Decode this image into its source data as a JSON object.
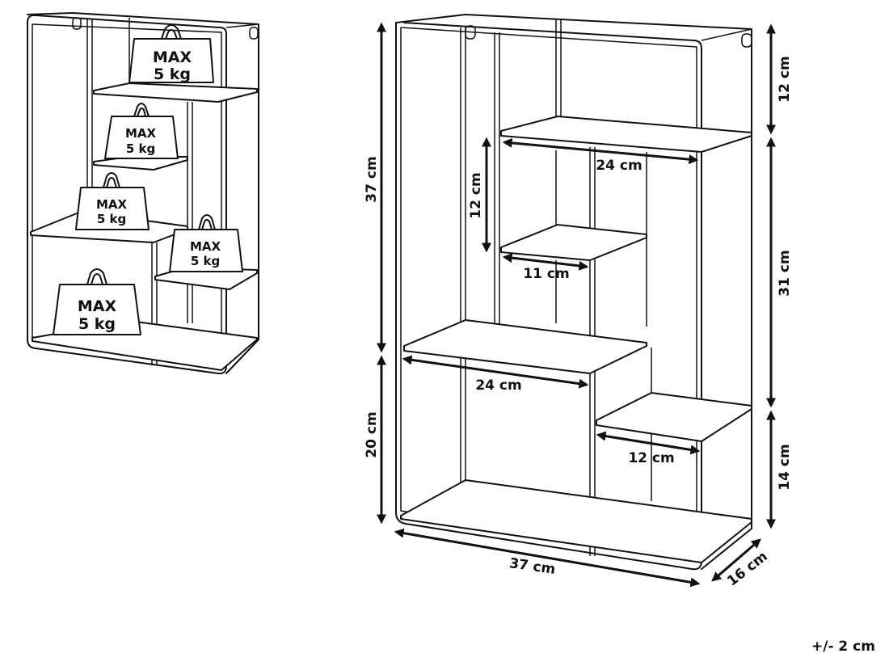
{
  "weights": {
    "top": {
      "line1": "MAX",
      "line2": "5 kg"
    },
    "upper": {
      "line1": "MAX",
      "line2": "5 kg"
    },
    "middle": {
      "line1": "MAX",
      "line2": "5 kg"
    },
    "right": {
      "line1": "MAX",
      "line2": "5 kg"
    },
    "bottom": {
      "line1": "MAX",
      "line2": "5 kg"
    }
  },
  "dimensions": {
    "top_gap": "12 cm",
    "middle_height": "31 cm",
    "bottom_right": "14 cm",
    "upper_left": "37 cm",
    "lower_left": "20 cm",
    "inner_height": "12 cm",
    "top_shelf_width": "24 cm",
    "small_shelf_width": "11 cm",
    "middle_shelf_width": "24 cm",
    "right_shelf_width": "12 cm",
    "total_width": "37 cm",
    "depth": "16 cm"
  },
  "tolerance": "+/- 2 cm"
}
